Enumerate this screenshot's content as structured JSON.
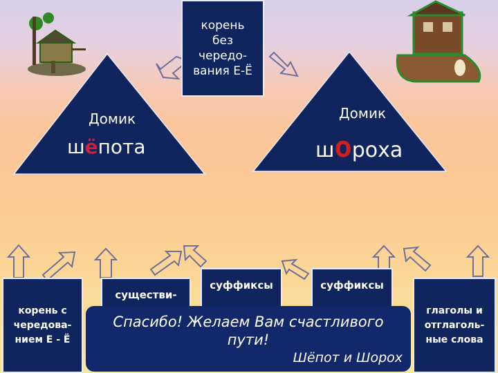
{
  "top_box": {
    "lines": [
      "корень",
      "без",
      "чередо-",
      "вания Е-Ё"
    ]
  },
  "left_house": {
    "title": "Домик",
    "word_prefix": "ш",
    "word_vowel": "ё",
    "word_suffix": "пота"
  },
  "right_house": {
    "title": "Домик",
    "word_prefix": "ш",
    "word_vowel": "о",
    "word_suffix": "роха"
  },
  "bottom_boxes": {
    "left_lines": [
      "корень с",
      "чередова-",
      "нием Е - Ё"
    ],
    "noun": "существи-",
    "suffix1": "суффиксы",
    "suffix2": "суффиксы",
    "right_lines": [
      "глаголы и",
      "отглаголь-",
      "ные слова"
    ]
  },
  "banner": {
    "message_line1": "Спасибо! Желаем Вам счастливого",
    "message_line2": "пути!",
    "signature": "Шёпот и Шорох"
  },
  "colors": {
    "triangle": "#10255e",
    "accent_red": "#d01f3c",
    "background_top": "#d7d0ea",
    "background_bottom": "#f6e7a4"
  },
  "icons": [
    "treehouse-picture",
    "boot-house-picture",
    "outline-arrow-icon"
  ]
}
